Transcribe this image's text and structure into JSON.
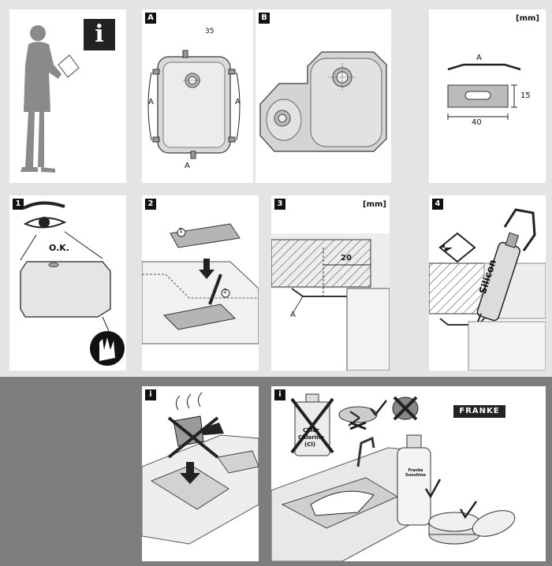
{
  "top_row": {
    "panel_a": {
      "tag": "A",
      "dim_35": "35",
      "letter_a_side": "A",
      "letter_a_bottom": "A"
    },
    "panel_b": {
      "tag": "B"
    },
    "clip_panel": {
      "unit": "[mm]",
      "letter": "A",
      "width_value": "40",
      "height_value": "15"
    }
  },
  "middle_row": {
    "step1": {
      "tag": "1",
      "ok_text": "O.K."
    },
    "step2": {
      "tag": "2",
      "num1": "1",
      "num2": "2"
    },
    "step3": {
      "tag": "3",
      "unit": "[mm]",
      "dim_20": "20",
      "letter_a": "A"
    },
    "step4": {
      "tag": "4",
      "tube_text": "Silicon"
    }
  },
  "bottom_row": {
    "care1": {
      "tag": "i"
    },
    "care2": {
      "tag": "i",
      "brand": "FRANKE",
      "chlorine_lines": [
        "Chlor",
        "Chlorine",
        "(Cl)"
      ],
      "bottle_label": "Franke Sunshine"
    }
  },
  "colors": {
    "background": "#e4e4e4",
    "bottom_band": "#7d7d7d",
    "panel": "#ffffff",
    "tag": "#111111"
  }
}
